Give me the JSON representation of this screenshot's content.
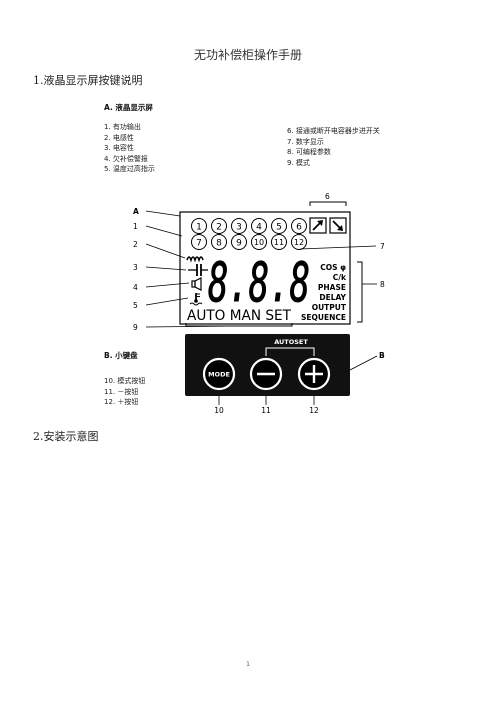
{
  "document": {
    "title": "无功补偿柜操作手册",
    "page_number": "1"
  },
  "section1": {
    "heading": "1.液晶显示屏按键说明",
    "lcd_header": "A. 液晶显示屏",
    "lcd_items_left": [
      "1. 有功输出",
      "2. 电感性",
      "3. 电容性",
      "4. 欠补偿警报",
      "5. 温度过高指示"
    ],
    "lcd_items_right": [
      "6. 接通或断开电容器步进开关",
      "7. 数字显示",
      "8. 可编程参数",
      "9. 模式"
    ],
    "keyboard_header": "B. 小键盘",
    "keyboard_items": [
      "10.  模式按钮",
      "11.  －按钮",
      "12.  ＋按钮"
    ]
  },
  "diagram": {
    "callouts": {
      "A": "A",
      "1": "1",
      "2": "2",
      "3": "3",
      "4": "4",
      "5": "5",
      "6": "6",
      "7": "7",
      "8": "8",
      "9": "9",
      "B": "B",
      "10": "10",
      "11": "11",
      "12": "12"
    },
    "step_circles_row1": [
      "1",
      "2",
      "3",
      "4",
      "5",
      "6"
    ],
    "step_circles_row2": [
      "7",
      "8",
      "9",
      "10",
      "11",
      "12"
    ],
    "digits": "8.8.8",
    "parameters": [
      "COS φ",
      "C/k",
      "PHASE",
      "DELAY",
      "OUTPUT",
      "SEQUENCE"
    ],
    "modes": "AUTO MAN SET",
    "autoset_label": "AUTOSET",
    "mode_button_label": "MODE"
  },
  "section2": {
    "heading": "2.安装示意图"
  }
}
